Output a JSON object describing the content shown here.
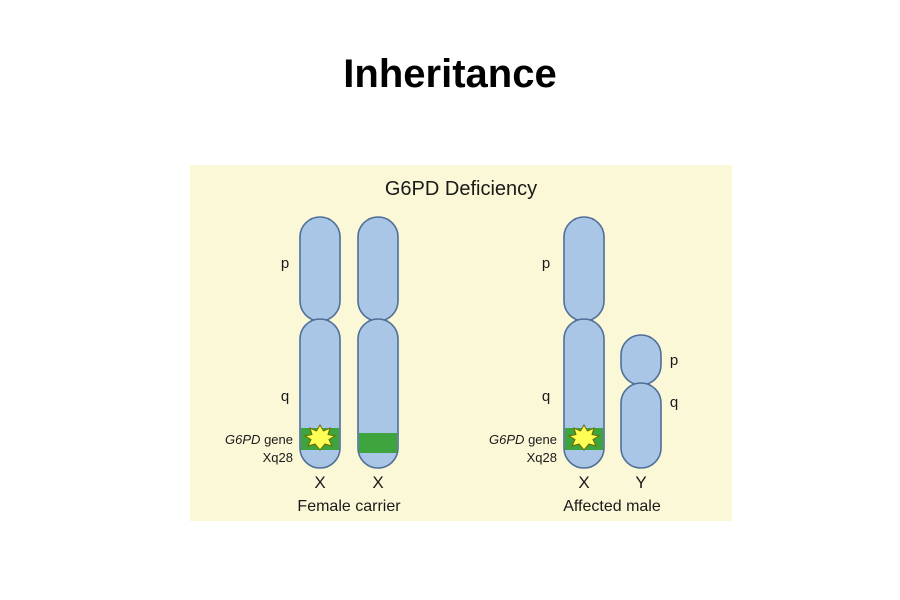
{
  "page_title": "Inheritance",
  "diagram": {
    "title": "G6PD Deficiency",
    "colors": {
      "background": "#fbf8d8",
      "chromosome_fill": "#a9c6e6",
      "chromosome_outline": "#4f6f98",
      "gene_band": "#3ea43e",
      "mutation_burst": "#ffff55"
    },
    "female": {
      "caption": "Female carrier",
      "arm_p": "p",
      "arm_q": "q",
      "gene_label_italic": "G6PD",
      "gene_label_rest": " gene",
      "locus_label": "Xq28",
      "chromosome_1": "X",
      "chromosome_2": "X"
    },
    "male": {
      "caption": "Affected male",
      "arm_p": "p",
      "arm_q": "q",
      "gene_label_italic": "G6PD",
      "gene_label_rest": " gene",
      "locus_label": "Xq28",
      "chromosome_x": "X",
      "chromosome_y": "Y",
      "y_arm_p": "p",
      "y_arm_q": "q"
    }
  }
}
